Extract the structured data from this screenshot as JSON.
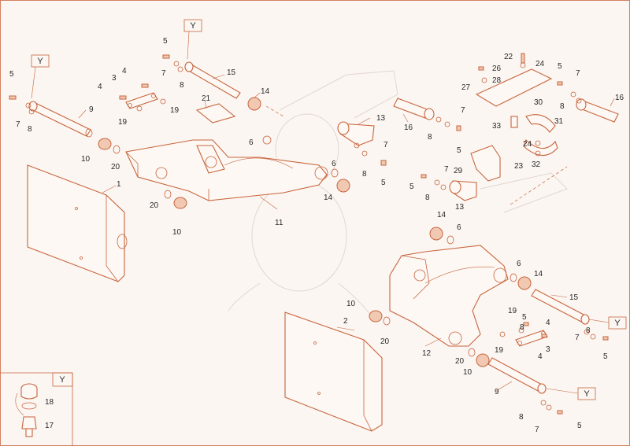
{
  "diagram": {
    "accent_color": "#c8643c",
    "ref_marker": "Y",
    "labels": [
      {
        "id": "c1",
        "text": "1"
      },
      {
        "id": "c2",
        "text": "2"
      },
      {
        "id": "c3a",
        "text": "3"
      },
      {
        "id": "c3b",
        "text": "3"
      },
      {
        "id": "c4a",
        "text": "4"
      },
      {
        "id": "c4b",
        "text": "4"
      },
      {
        "id": "c4c",
        "text": "4"
      },
      {
        "id": "c4d",
        "text": "4"
      },
      {
        "id": "c5a",
        "text": "5"
      },
      {
        "id": "c5b",
        "text": "5"
      },
      {
        "id": "c5c",
        "text": "5"
      },
      {
        "id": "c5d",
        "text": "5"
      },
      {
        "id": "c5e",
        "text": "5"
      },
      {
        "id": "c5f",
        "text": "5"
      },
      {
        "id": "c5g",
        "text": "5"
      },
      {
        "id": "c5h",
        "text": "5"
      },
      {
        "id": "c5i",
        "text": "5"
      },
      {
        "id": "c6a",
        "text": "6"
      },
      {
        "id": "c6b",
        "text": "6"
      },
      {
        "id": "c6c",
        "text": "6"
      },
      {
        "id": "c6d",
        "text": "6"
      },
      {
        "id": "c7a",
        "text": "7"
      },
      {
        "id": "c7b",
        "text": "7"
      },
      {
        "id": "c7c",
        "text": "7"
      },
      {
        "id": "c7d",
        "text": "7"
      },
      {
        "id": "c7e",
        "text": "7"
      },
      {
        "id": "c7f",
        "text": "7"
      },
      {
        "id": "c7g",
        "text": "7"
      },
      {
        "id": "c7h",
        "text": "7"
      },
      {
        "id": "c8a",
        "text": "8"
      },
      {
        "id": "c8b",
        "text": "8"
      },
      {
        "id": "c8c",
        "text": "8"
      },
      {
        "id": "c8d",
        "text": "8"
      },
      {
        "id": "c8e",
        "text": "8"
      },
      {
        "id": "c8f",
        "text": "8"
      },
      {
        "id": "c8g",
        "text": "8"
      },
      {
        "id": "c8h",
        "text": "8"
      },
      {
        "id": "c8i",
        "text": "8"
      },
      {
        "id": "c9a",
        "text": "9"
      },
      {
        "id": "c9b",
        "text": "9"
      },
      {
        "id": "c10a",
        "text": "10"
      },
      {
        "id": "c10b",
        "text": "10"
      },
      {
        "id": "c10c",
        "text": "10"
      },
      {
        "id": "c10d",
        "text": "10"
      },
      {
        "id": "c11",
        "text": "11"
      },
      {
        "id": "c12",
        "text": "12"
      },
      {
        "id": "c13a",
        "text": "13"
      },
      {
        "id": "c13b",
        "text": "13"
      },
      {
        "id": "c14a",
        "text": "14"
      },
      {
        "id": "c14b",
        "text": "14"
      },
      {
        "id": "c14c",
        "text": "14"
      },
      {
        "id": "c14d",
        "text": "14"
      },
      {
        "id": "c15a",
        "text": "15"
      },
      {
        "id": "c15b",
        "text": "15"
      },
      {
        "id": "c16a",
        "text": "16"
      },
      {
        "id": "c16b",
        "text": "16"
      },
      {
        "id": "c17",
        "text": "17"
      },
      {
        "id": "c18",
        "text": "18"
      },
      {
        "id": "c19a",
        "text": "19"
      },
      {
        "id": "c19b",
        "text": "19"
      },
      {
        "id": "c19c",
        "text": "19"
      },
      {
        "id": "c19d",
        "text": "19"
      },
      {
        "id": "c20a",
        "text": "20"
      },
      {
        "id": "c20b",
        "text": "20"
      },
      {
        "id": "c20c",
        "text": "20"
      },
      {
        "id": "c20d",
        "text": "20"
      },
      {
        "id": "c21",
        "text": "21"
      },
      {
        "id": "c22",
        "text": "22"
      },
      {
        "id": "c23",
        "text": "23"
      },
      {
        "id": "c24a",
        "text": "24"
      },
      {
        "id": "c24b",
        "text": "24"
      },
      {
        "id": "c26",
        "text": "26"
      },
      {
        "id": "c27",
        "text": "27"
      },
      {
        "id": "c28",
        "text": "28"
      },
      {
        "id": "c29",
        "text": "29"
      },
      {
        "id": "c30",
        "text": "30"
      },
      {
        "id": "c31",
        "text": "31"
      },
      {
        "id": "c32",
        "text": "32"
      },
      {
        "id": "c33",
        "text": "33"
      }
    ]
  }
}
